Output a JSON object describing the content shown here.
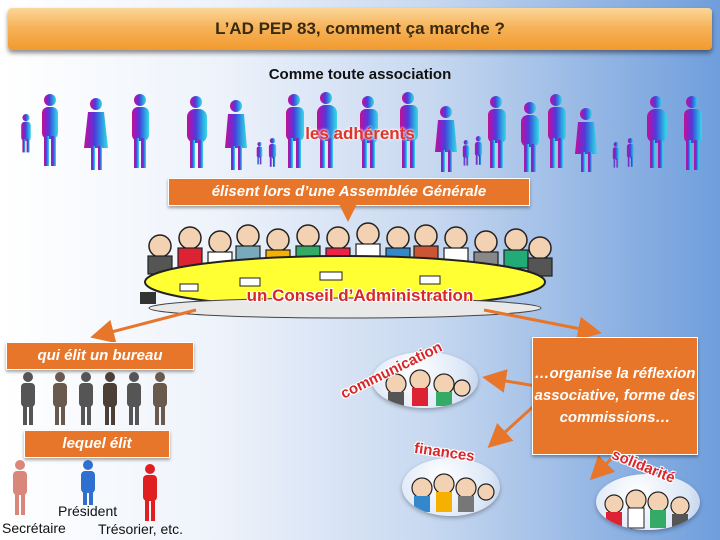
{
  "header": {
    "title": "L’AD PEP 83, comment ça marche ?"
  },
  "subtitle": "Comme toute association",
  "members": {
    "label": "les adhérents"
  },
  "assembly": {
    "label": "élisent lors d’une Assemblée Générale"
  },
  "council": {
    "label": "un Conseil d’Administration"
  },
  "bureau": {
    "label": "qui élit un bureau",
    "elects_label": "lequel élit"
  },
  "officers": {
    "secretary": "Secrétaire",
    "president": "Président",
    "treasurer": "Trésorier, etc."
  },
  "commissions": {
    "description": "…organise la réflexion associative, forme des commissions…",
    "items": [
      "communication",
      "finances",
      "solidarité"
    ]
  },
  "colors": {
    "title_bar": "#f29a2e",
    "label_box": "#e8762a",
    "label_red": "#d9262a",
    "table_yellow": "#ffff33"
  }
}
